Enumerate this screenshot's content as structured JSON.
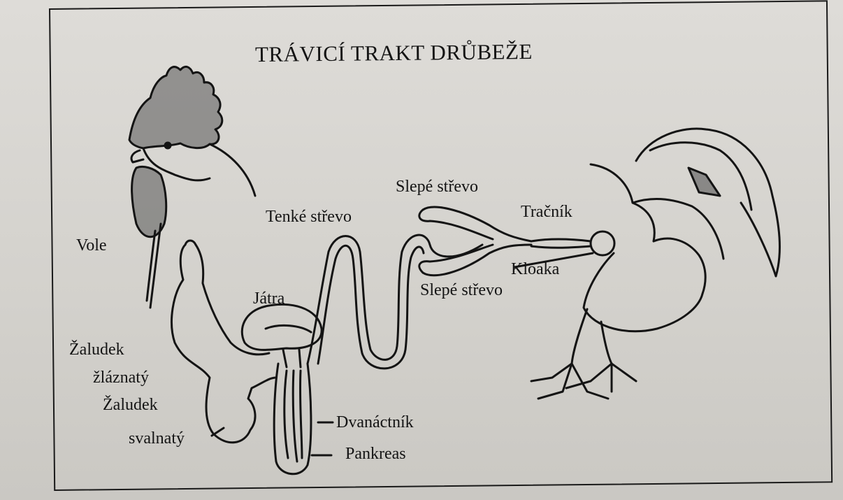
{
  "title": "TRÁVICÍ TRAKT DRŮBEŽE",
  "labels": {
    "vole": "Vole",
    "zaludek_zlaznaty_1": "Žaludek",
    "zaludek_zlaznaty_2": "žláznatý",
    "zaludek_svalnaty_1": "Žaludek",
    "zaludek_svalnaty_2": "svalnatý",
    "jatra": "Játra",
    "tenke_strevo": "Tenké střevo",
    "slepe_strevo_top": "Slepé střevo",
    "slepe_strevo_bottom": "Slepé střevo",
    "tracnik": "Tračník",
    "kloaka": "Kloaka",
    "dvanactnik": "Dvanáctník",
    "pankreas": "Pankreas"
  },
  "colors": {
    "ink": "#141414",
    "paper": "#d8d6d2"
  }
}
